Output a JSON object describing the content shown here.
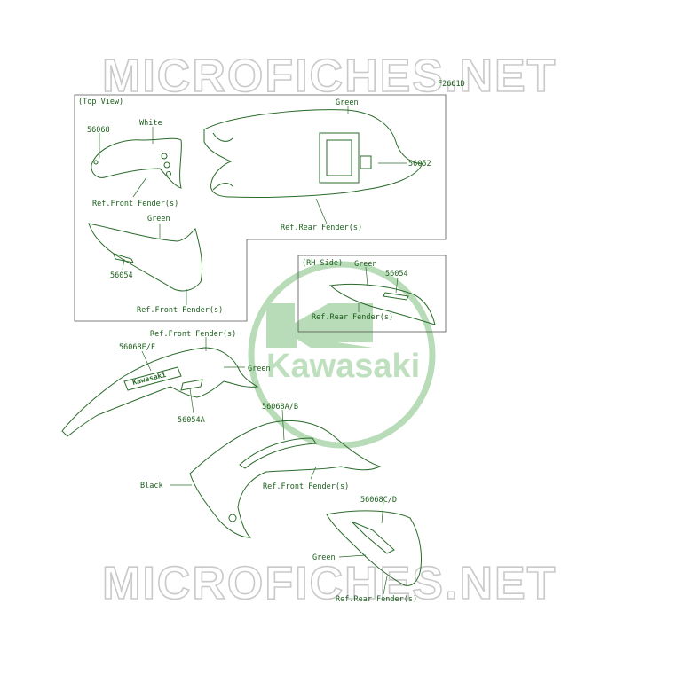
{
  "watermark": {
    "text": "MICROFICHES.NET"
  },
  "logo": {
    "text": "Kawasaki",
    "color": "#b8dcb8"
  },
  "figure_code": "F2661D",
  "views": {
    "top_view": "(Top View)",
    "rh_side": "(RH Side)"
  },
  "labels": {
    "p56068_top": "56068",
    "white": "White",
    "green_top": "Green",
    "p56052": "56052",
    "ref_front_1": "Ref.Front Fender(s)",
    "ref_rear_1": "Ref.Rear Fender(s)",
    "green_side": "Green",
    "p56054_left": "56054",
    "ref_front_2": "Ref.Front Fender(s)",
    "green_rh": "Green",
    "p56054_rh": "56054",
    "ref_rear_rh": "Ref.Rear Fender(s)",
    "ref_front_3": "Ref.Front Fender(s)",
    "p56068EF": "56068E/F",
    "green_front": "Green",
    "p56054A": "56054A",
    "p56068AB": "56068A/B",
    "black": "Black",
    "ref_front_4": "Ref.Front Fender(s)",
    "p56068CD": "56068C/D",
    "green_tail": "Green",
    "ref_rear_2": "Ref.Rear Fender(s)",
    "decal_brand": "Kawasaki"
  },
  "colors": {
    "line": "#2a6b2a",
    "label": "#1a5e1a"
  }
}
